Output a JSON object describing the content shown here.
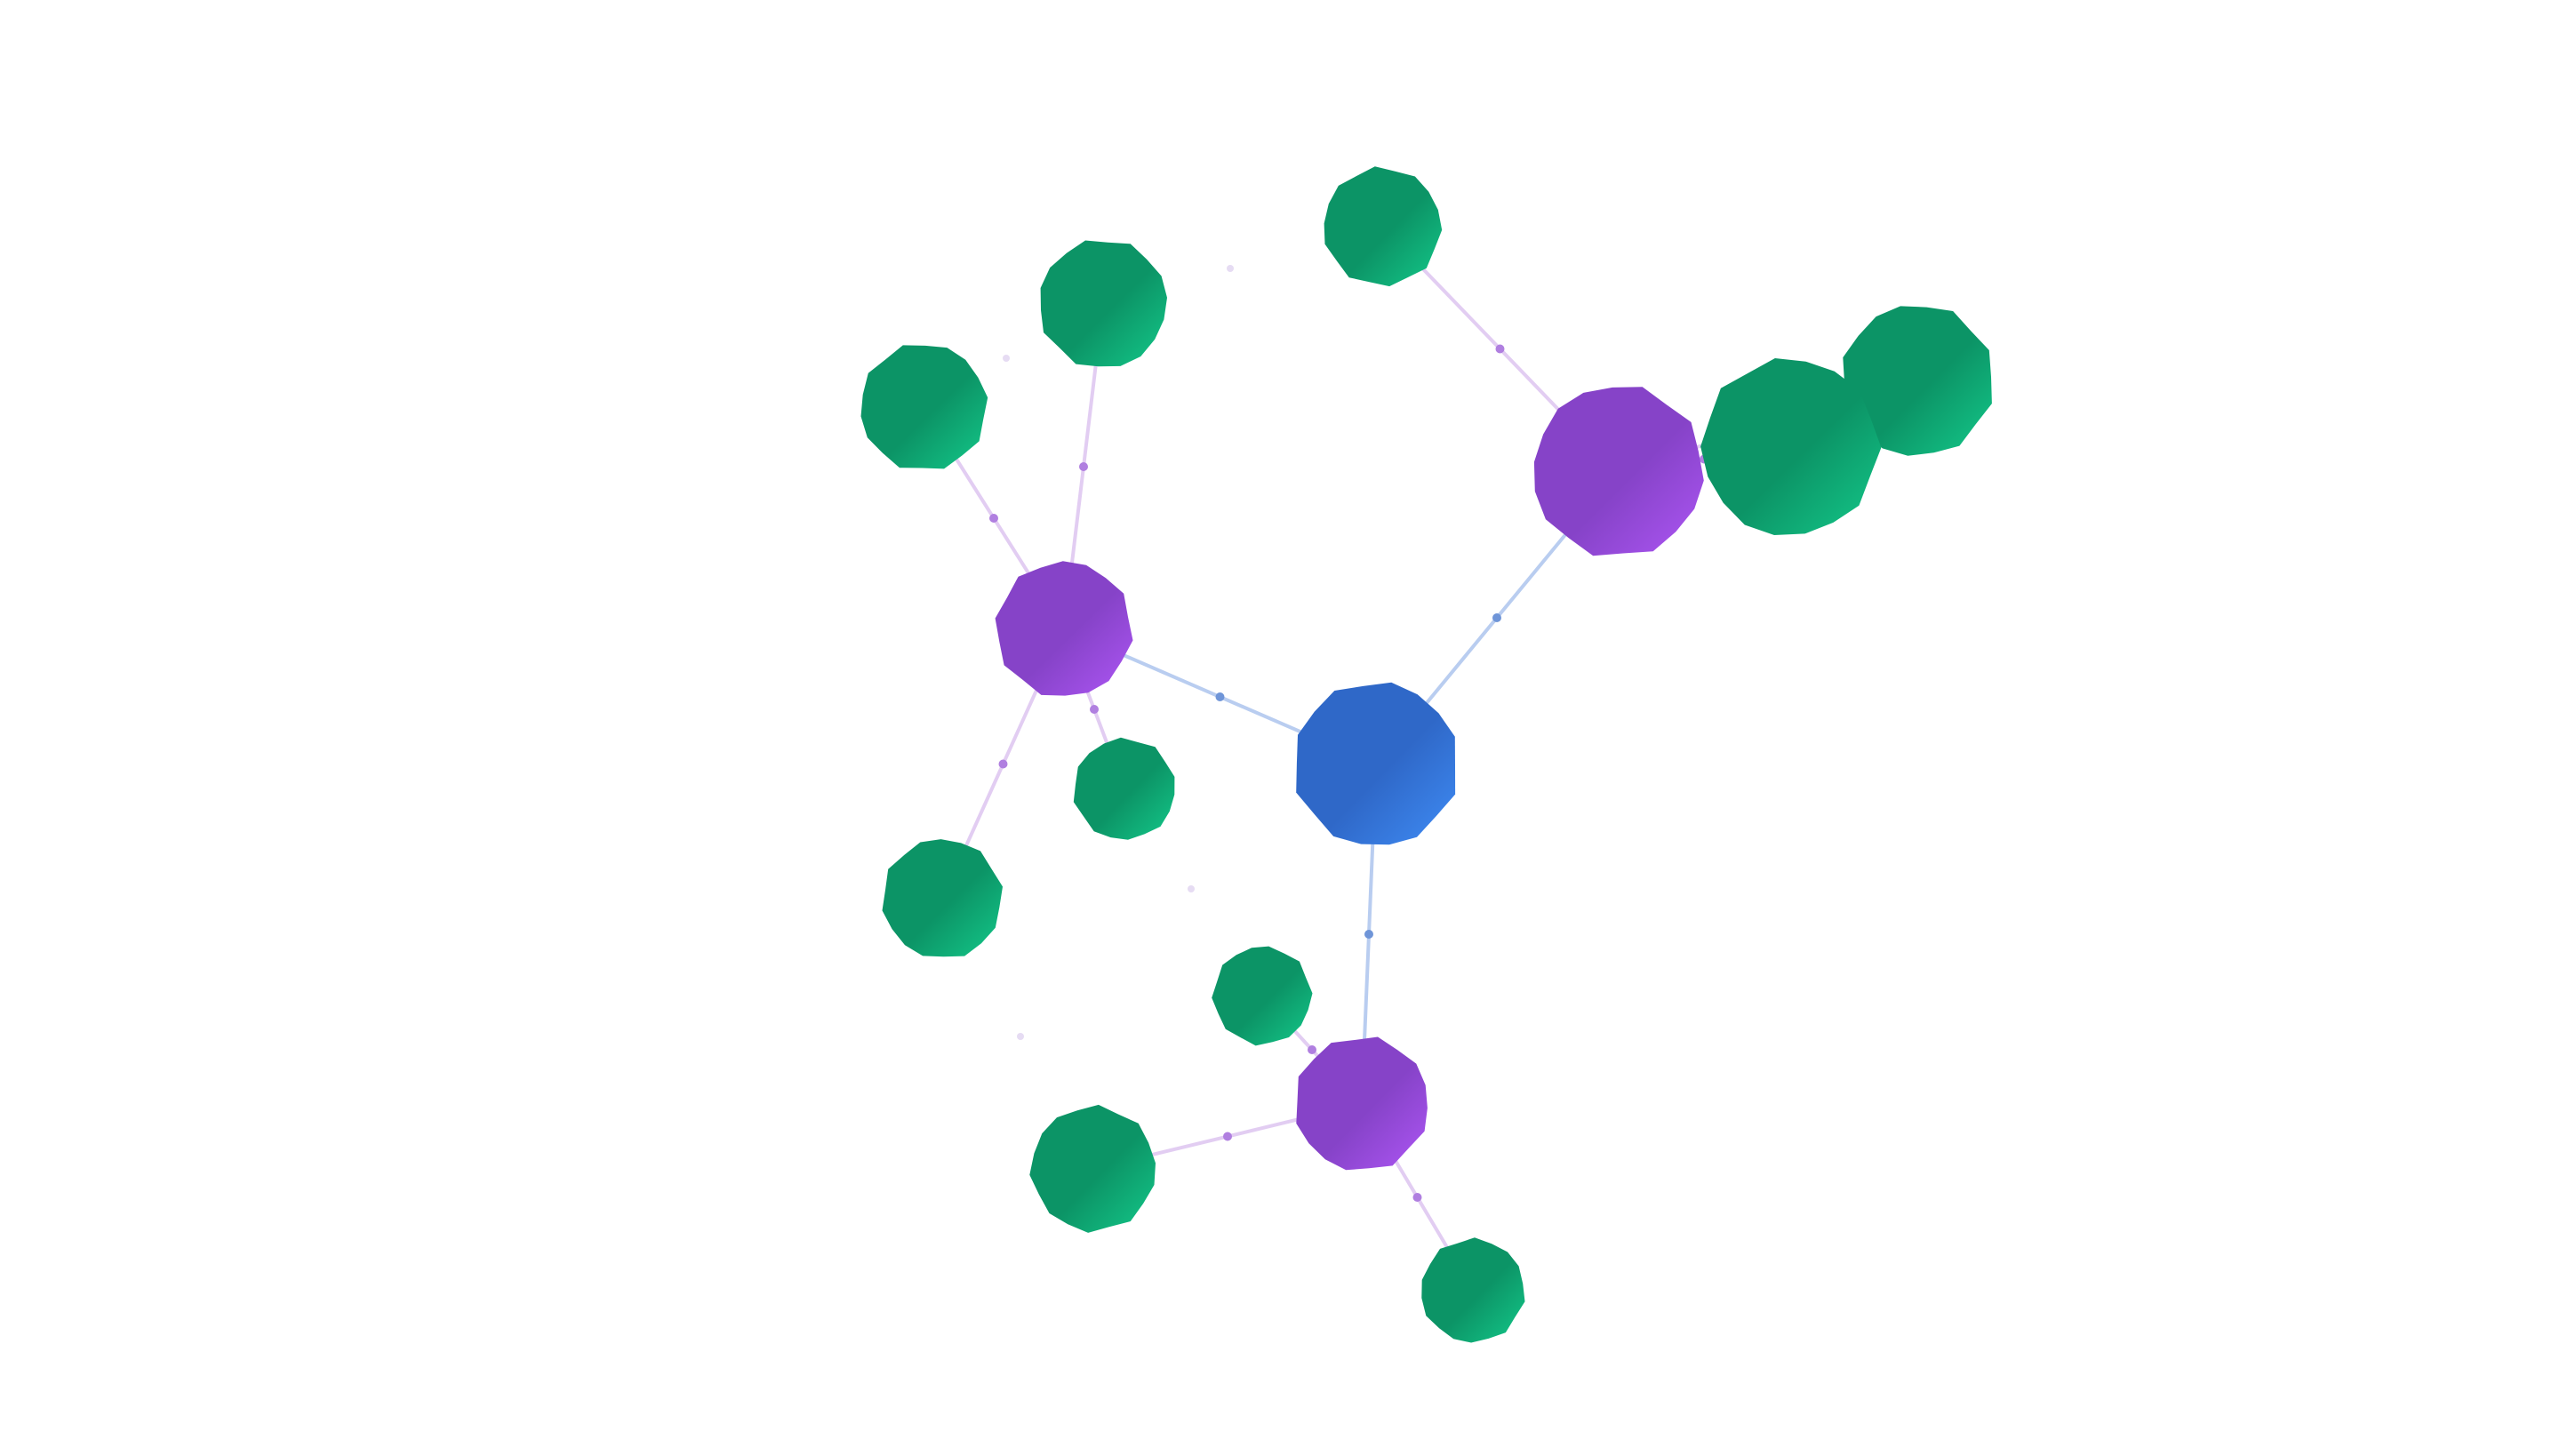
{
  "scene": {
    "background": "#ffffff"
  },
  "palette": {
    "central": {
      "base": "#2f68c8",
      "highlight": "#3f8cf5",
      "link": "#b9cdf0",
      "dot": "#6f95d8"
    },
    "hub": {
      "base": "#8643c8",
      "highlight": "#ae56f5",
      "link": "#e2cdf2",
      "dot": "#b07fe0"
    },
    "leaf": {
      "base": "#0c9466",
      "highlight": "#14c98a"
    }
  },
  "nodes": [
    {
      "id": "center",
      "kind": "central"
    },
    {
      "id": "hub-left",
      "kind": "hub"
    },
    {
      "id": "hub-right",
      "kind": "hub"
    },
    {
      "id": "hub-bottom",
      "kind": "hub"
    },
    {
      "id": "leaf-1",
      "kind": "leaf"
    },
    {
      "id": "leaf-2",
      "kind": "leaf"
    },
    {
      "id": "leaf-3",
      "kind": "leaf"
    },
    {
      "id": "leaf-4",
      "kind": "leaf"
    },
    {
      "id": "leaf-5",
      "kind": "leaf"
    },
    {
      "id": "leaf-6",
      "kind": "leaf"
    },
    {
      "id": "leaf-7",
      "kind": "leaf"
    },
    {
      "id": "leaf-8",
      "kind": "leaf"
    },
    {
      "id": "leaf-9",
      "kind": "leaf"
    },
    {
      "id": "leaf-10",
      "kind": "leaf"
    }
  ],
  "links": [
    {
      "source": "center",
      "target": "hub-left"
    },
    {
      "source": "center",
      "target": "hub-right"
    },
    {
      "source": "center",
      "target": "hub-bottom"
    },
    {
      "source": "hub-left",
      "target": "leaf-1"
    },
    {
      "source": "hub-left",
      "target": "leaf-2"
    },
    {
      "source": "hub-left",
      "target": "leaf-3"
    },
    {
      "source": "hub-left",
      "target": "leaf-4"
    },
    {
      "source": "hub-right",
      "target": "leaf-5"
    },
    {
      "source": "hub-right",
      "target": "leaf-6"
    },
    {
      "source": "hub-right",
      "target": "leaf-7"
    },
    {
      "source": "hub-bottom",
      "target": "leaf-8"
    },
    {
      "source": "hub-bottom",
      "target": "leaf-9"
    },
    {
      "source": "hub-bottom",
      "target": "leaf-10"
    }
  ]
}
